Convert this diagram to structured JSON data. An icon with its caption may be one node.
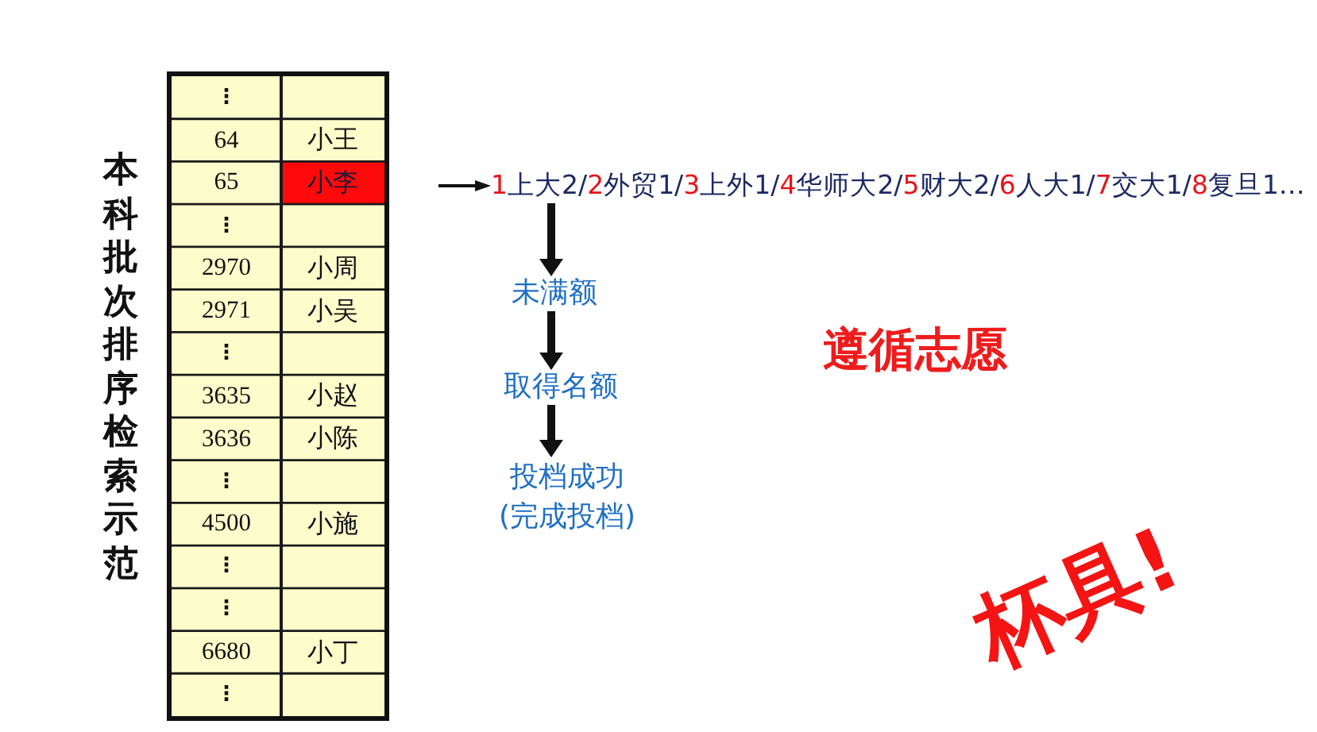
{
  "diagram": {
    "title": "本科批次排序检索示范",
    "nodes": [
      {
        "text": [
          "1上大2/2外贸1/3上外1/4华师大2/5财大2/6人大1/7交大1/8复旦1…"
        ]
      },
      {
        "text": [
          "未满额"
        ]
      },
      {
        "text": [
          "取得名额"
        ]
      },
      {
        "text": [
          "投档成功(完成投档)"
        ]
      }
    ],
    "edges": [
      {
        "from": null,
        "to": 0,
        "arrow": "to"
      },
      {
        "from": 0,
        "to": 1,
        "arrow": "to"
      },
      {
        "from": 1,
        "to": 2,
        "arrow": "to"
      },
      {
        "from": 2,
        "to": 3,
        "arrow": "to"
      }
    ],
    "labels": [
      "⋮",
      "64",
      "小王",
      "65",
      "小李",
      "⋮",
      "2970",
      "小周",
      "2971",
      "小吴",
      "⋮",
      "3635",
      "小赵",
      "3636",
      "小陈",
      "⋮",
      "4500",
      "小施",
      "⋮",
      "⋮",
      "6680",
      "小丁",
      "⋮",
      "遵循志愿",
      "杯具!"
    ]
  }
}
